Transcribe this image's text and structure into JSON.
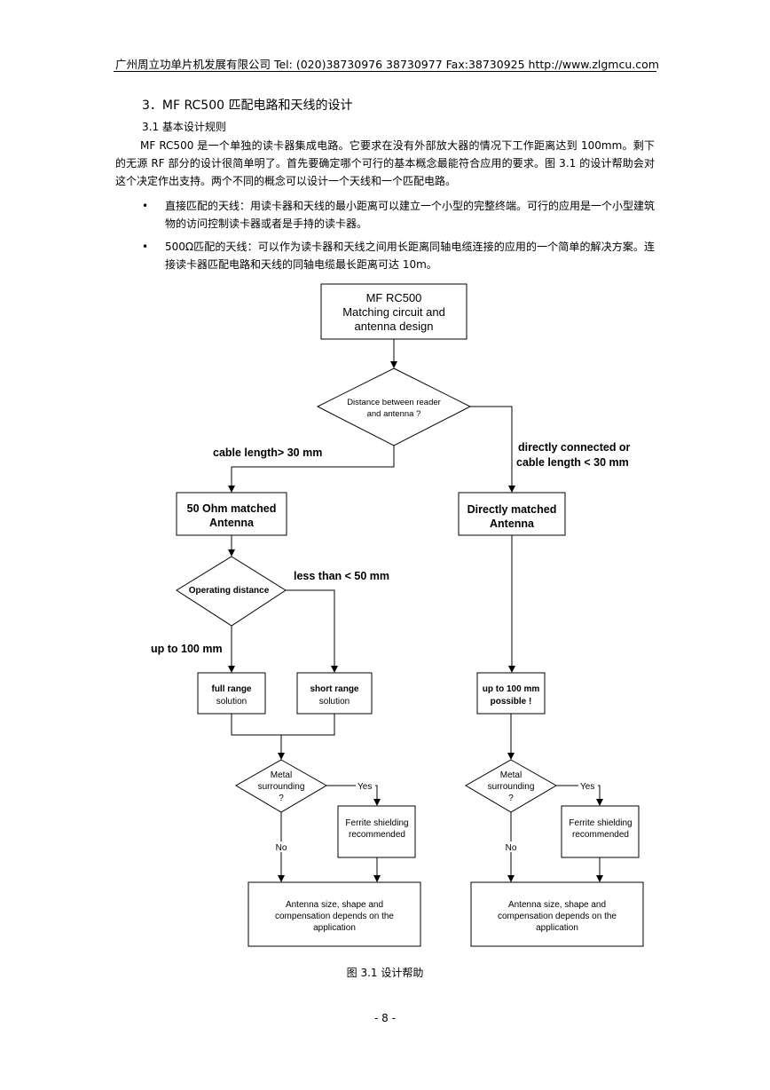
{
  "header": {
    "text": "广州周立功单片机发展有限公司   Tel: (020)38730976   38730977   Fax:38730925   http://www.zlgmcu.com"
  },
  "section": {
    "title": "3．MF RC500 匹配电路和天线的设计",
    "subtitle": "3.1    基本设计规则",
    "paragraph": "MF RC500 是一个单独的读卡器集成电路。它要求在没有外部放大器的情况下工作距离达到 100mm。剩下的无源 RF 部分的设计很简单明了。首先要确定哪个可行的基本概念最能符合应用的要求。图 3.1 的设计帮助会对这个决定作出支持。两个不同的概念可以设计一个天线和一个匹配电路。",
    "bullets": [
      "直接匹配的天线：用读卡器和天线的最小距离可以建立一个小型的完整终端。可行的应用是一个小型建筑物的访问控制读卡器或者是手持的读卡器。",
      "500Ω匹配的天线：可以作为读卡器和天线之间用长距离同轴电缆连接的应用的一个简单的解决方案。连接读卡器匹配电路和天线的同轴电缆最长距离可达 10m。"
    ],
    "bullet_symbol": "•"
  },
  "flowchart": {
    "start": [
      "MF RC500",
      "Matching circuit and",
      "antenna design"
    ],
    "decision_distance": [
      "Distance between reader",
      "and antenna ?"
    ],
    "left_label": "cable length> 30 mm",
    "right_label": [
      "directly connected or",
      "cable length < 30 mm"
    ],
    "box_50ohm": [
      "50 Ohm matched",
      "Antenna"
    ],
    "box_direct": [
      "Directly matched",
      "Antenna"
    ],
    "decision_operating": "Operating distance",
    "less_label": "less than < 50 mm",
    "upto_label": "up to 100 mm",
    "box_full": [
      "full range",
      "solution"
    ],
    "box_short": [
      "short range",
      "solution"
    ],
    "box_possible": [
      "up to 100 mm",
      "possible !"
    ],
    "decision_metal": [
      "Metal",
      "surrounding",
      "?"
    ],
    "yes_label": "Yes",
    "no_label": "No",
    "box_ferrite": [
      "Ferrite shielding",
      "recommended"
    ],
    "box_final": [
      "Antenna size, shape and",
      "compensation depends on the",
      "application"
    ]
  },
  "caption": "图 3.1    设计帮助",
  "page_number": "- 8 -"
}
